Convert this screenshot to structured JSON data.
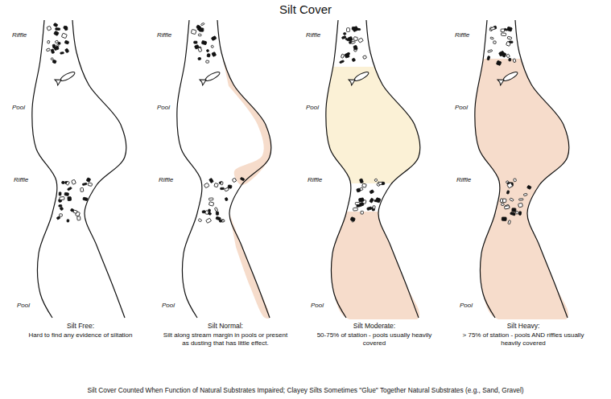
{
  "diagram": {
    "title": "Silt Cover",
    "caption": "Silt Cover Counted When Function of Natural Substrates Impaired; Clayey Silts Sometimes \"Glue\" Together Natural Substrates (e.g., Sand, Gravel)",
    "labels": [
      "Riffle",
      "Pool",
      "Riffle",
      "Pool",
      "Silt Free:",
      "Hard to find any evidence of siltation",
      "Riffle",
      "Pool",
      "Riffle",
      "Pool",
      "Silt Normal:",
      "Silt along stream margin in pools or present as dusting that has little effect.",
      "Riffle",
      "Pool",
      "Riffle",
      "Pool",
      "Silt Moderate:",
      "50-75% of station - pools usually heavily covered",
      "Riffle",
      "Pool",
      "Riffle",
      "Pool",
      "Silt Heavy:",
      "> 75% of station - pools AND riffles usually heavily covered"
    ]
  }
}
